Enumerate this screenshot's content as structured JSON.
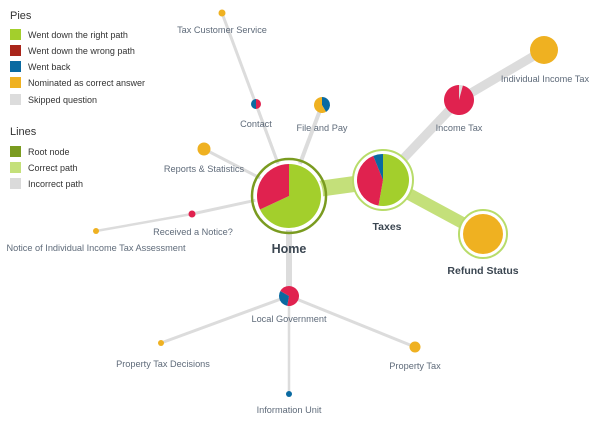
{
  "legend": {
    "pies_title": "Pies",
    "pies": [
      {
        "label": "Went down the right path",
        "color": "#a3cf2c"
      },
      {
        "label": "Went down the wrong path",
        "color": "#a9251a"
      },
      {
        "label": "Went back",
        "color": "#0a6aa1"
      },
      {
        "label": "Nominated as correct answer",
        "color": "#efb121"
      },
      {
        "label": "Skipped question",
        "color": "#dcdcdc"
      }
    ],
    "lines_title": "Lines",
    "lines": [
      {
        "label": "Root node",
        "color": "#7a9b20"
      },
      {
        "label": "Correct path",
        "color": "#c4e07a"
      },
      {
        "label": "Incorrect path",
        "color": "#dadada"
      }
    ]
  },
  "colors": {
    "right": "#a3cf2c",
    "wrong": "#e0224f",
    "back": "#0a6aa1",
    "nominated": "#efb121",
    "skipped": "#dcdcdc",
    "correct_line": "#c4e07a",
    "incorrect_line": "#dcdcdc",
    "root_ring": "#7a9b20",
    "correct_ring": "#b8dc6a"
  },
  "nodes": {
    "home": {
      "label": "Home"
    },
    "taxes": {
      "label": "Taxes"
    },
    "refund": {
      "label": "Refund Status"
    },
    "income_tax": {
      "label": "Income Tax"
    },
    "individual_income_tax": {
      "label": "Individual Income Tax"
    },
    "tax_customer_service": {
      "label": "Tax Customer Service"
    },
    "contact": {
      "label": "Contact"
    },
    "file_and_pay": {
      "label": "File and Pay"
    },
    "reports_statistics": {
      "label": "Reports & Statistics"
    },
    "received_notice": {
      "label": "Received a Notice?"
    },
    "notice_assessment": {
      "label": "Notice of Individual Income Tax Assessment"
    },
    "local_government": {
      "label": "Local Government"
    },
    "property_tax_decisions": {
      "label": "Property Tax Decisions"
    },
    "property_tax": {
      "label": "Property Tax"
    },
    "information_unit": {
      "label": "Information Unit"
    }
  }
}
